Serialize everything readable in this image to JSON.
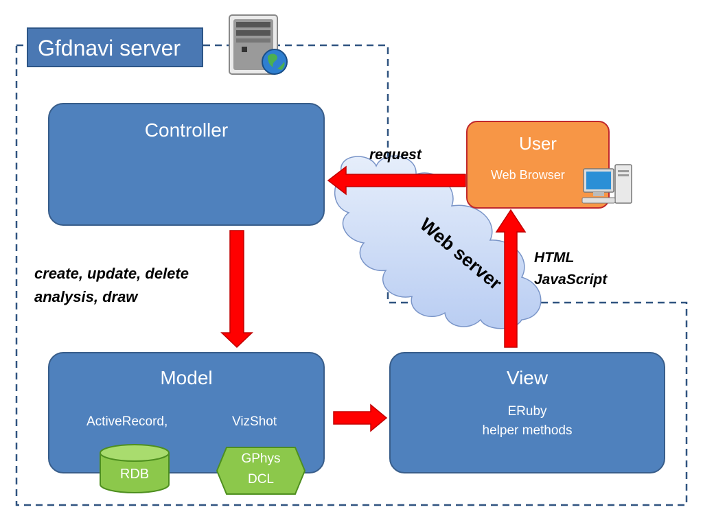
{
  "server_title": "Gfdnavi server",
  "controller": {
    "title": "Controller"
  },
  "model": {
    "title": "Model",
    "sub_left": "ActiveRecord,",
    "sub_right": "VizShot",
    "rdb": "RDB",
    "gphys": "GPhys",
    "dcl": "DCL"
  },
  "view": {
    "title": "View",
    "line1": "ERuby",
    "line2": "helper methods"
  },
  "user": {
    "title": "User",
    "sub": "Web Browser"
  },
  "labels": {
    "request": "request",
    "crud_line1": "create, update, delete",
    "crud_line2": "analysis, draw",
    "html": "HTML",
    "javascript": "JavaScript",
    "web_server": "Web server"
  },
  "colors": {
    "box_blue": "#4f81bd",
    "user_orange": "#f79646",
    "arrow_red": "#ff0000",
    "rdb_green": "#92d050",
    "dashed_border": "#2f5380"
  },
  "icons": [
    "server-icon",
    "computer-icon",
    "cloud-icon"
  ]
}
